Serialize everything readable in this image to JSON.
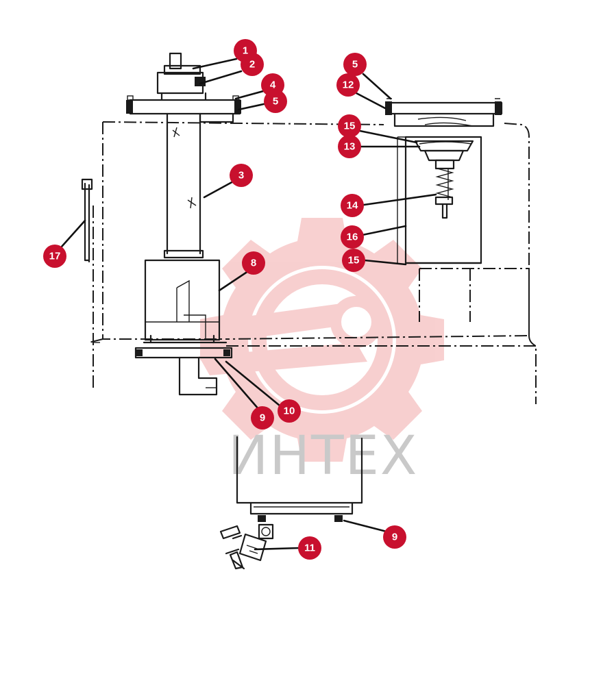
{
  "watermark": {
    "text": "ИНТЕХ",
    "text_color": "#c8c8c8",
    "logo_color": "#f4b7b7",
    "logo_icon": "gear-wrench-logo-icon"
  },
  "callout_style": {
    "badge_color": "#c8102e",
    "text_color": "#ffffff"
  },
  "callouts": [
    {
      "id": "c1",
      "label": "1"
    },
    {
      "id": "c2",
      "label": "2"
    },
    {
      "id": "c4",
      "label": "4"
    },
    {
      "id": "c5a",
      "label": "5"
    },
    {
      "id": "c3",
      "label": "3"
    },
    {
      "id": "c5b",
      "label": "5"
    },
    {
      "id": "c12",
      "label": "12"
    },
    {
      "id": "c15a",
      "label": "15"
    },
    {
      "id": "c13",
      "label": "13"
    },
    {
      "id": "c14",
      "label": "14"
    },
    {
      "id": "c16",
      "label": "16"
    },
    {
      "id": "c15b",
      "label": "15"
    },
    {
      "id": "c17",
      "label": "17"
    },
    {
      "id": "c8",
      "label": "8"
    },
    {
      "id": "c9a",
      "label": "9"
    },
    {
      "id": "c10",
      "label": "10"
    },
    {
      "id": "c9b",
      "label": "9"
    },
    {
      "id": "c11",
      "label": "11"
    }
  ]
}
